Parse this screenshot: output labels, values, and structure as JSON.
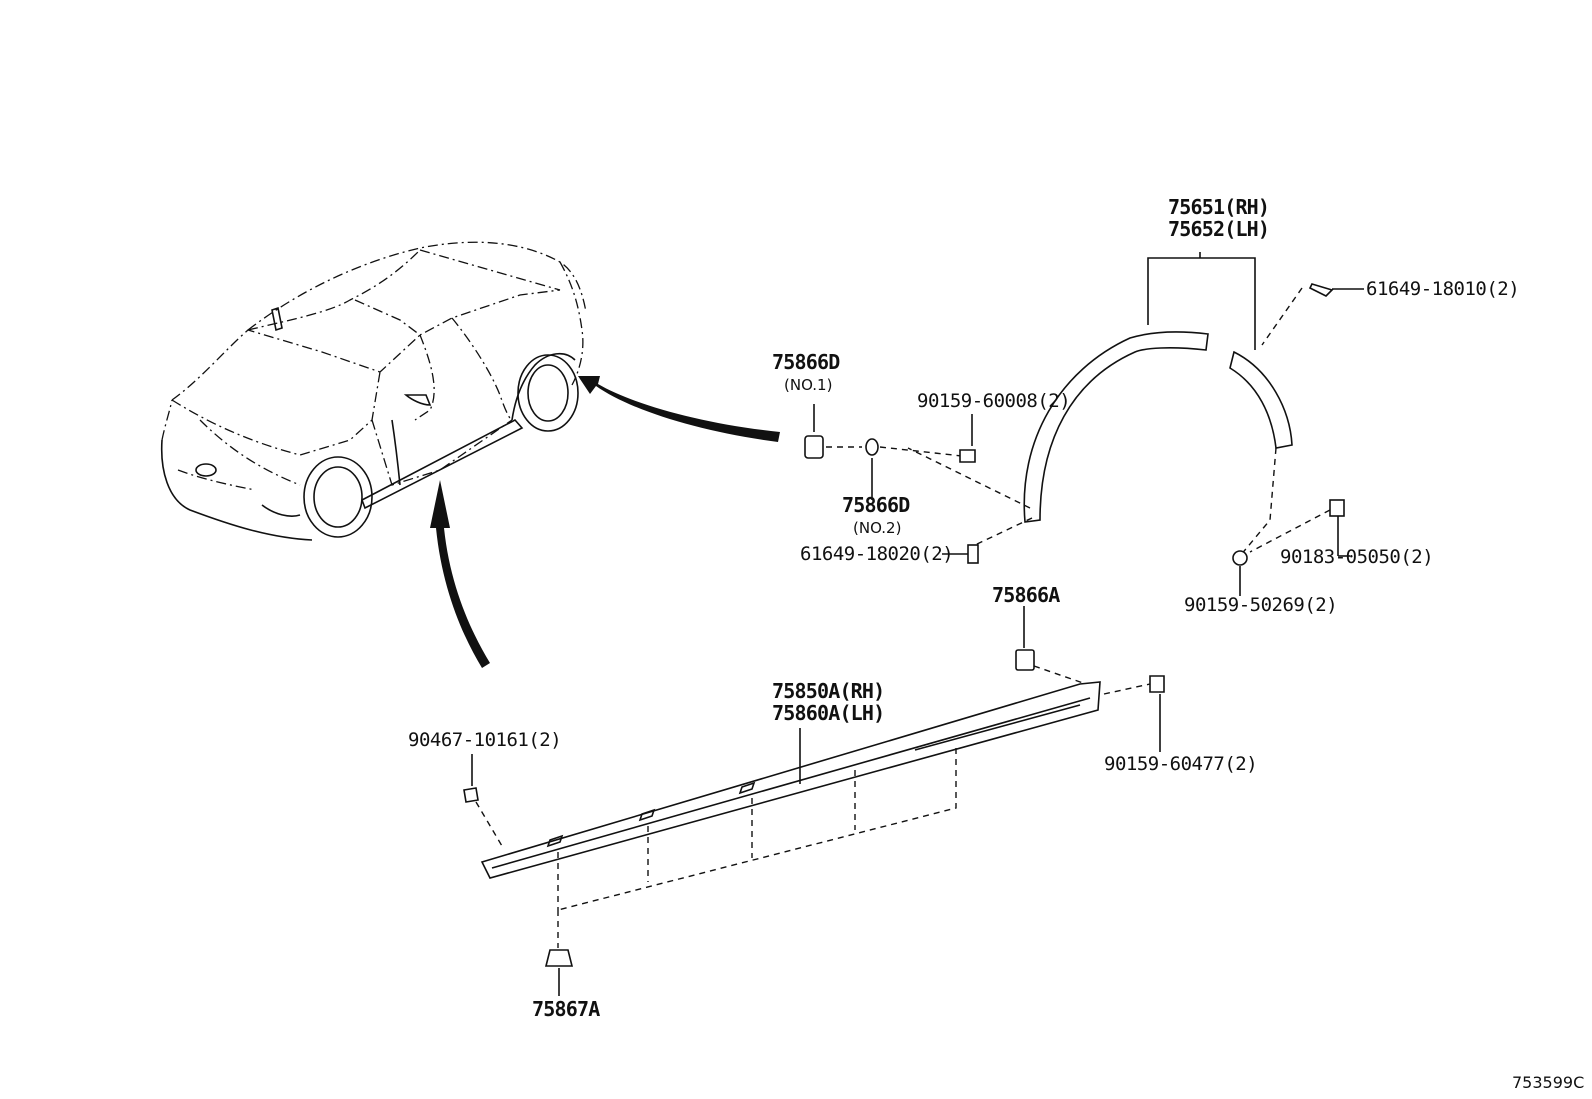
{
  "labels": {
    "fender_flare": {
      "rh": "75651(RH)",
      "lh": "75652(LH)"
    },
    "clip_6164918010": "61649-18010(2)",
    "clip_75866d_no1": {
      "part": "75866D",
      "note": "(NO.1)"
    },
    "screw_9015960008": "90159-60008(2)",
    "clip_75866d_no2": {
      "part": "75866D",
      "note": "(NO.2)"
    },
    "clip_6164918020": "61649-18020(2)",
    "nut_9018305050": "90183-05050(2)",
    "screw_9015950269": "90159-50269(2)",
    "clip_75866a": "75866A",
    "rocker_moulding": {
      "rh": "75850A(RH)",
      "lh": "75860A(LH)"
    },
    "clip_9046710161": "90467-10161(2)",
    "screw_9015960477": "90159-60477(2)",
    "clip_75867a": "75867A"
  },
  "document_id": "753599C"
}
